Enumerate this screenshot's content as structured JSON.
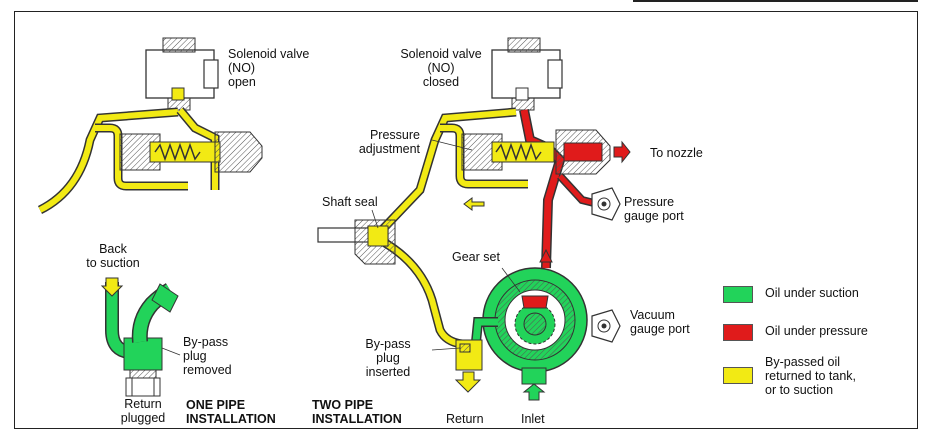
{
  "labels": {
    "solenoid_left": "Solenoid valve\n(NO)\nopen",
    "solenoid_right": "Solenoid valve\n(NO)\nclosed",
    "pressure_adjustment": "Pressure\nadjustment",
    "to_nozzle": "To nozzle",
    "pressure_gauge_port": "Pressure\ngauge port",
    "shaft_seal": "Shaft seal",
    "gear_set": "Gear set",
    "vacuum_gauge_port": "Vacuum\ngauge port",
    "back_to_suction": "Back\nto suction",
    "bypass_removed": "By-pass\nplug\nremoved",
    "return_plugged": "Return\nplugged",
    "one_pipe": "ONE PIPE\nINSTALLATION",
    "two_pipe": "TWO PIPE\nINSTALLATION",
    "bypass_inserted": "By-pass\nplug\ninserted",
    "return": "Return",
    "inlet": "Inlet"
  },
  "legend": [
    {
      "label": "Oil under suction",
      "color": "#22d35a"
    },
    {
      "label": "Oil under pressure",
      "color": "#e01b1b"
    },
    {
      "label": "By-passed oil\nreturned to tank,\nor to suction",
      "color": "#f2ea14"
    }
  ],
  "colors": {
    "suction": "#22d35a",
    "pressure": "#e01b1b",
    "bypass": "#f2ea14",
    "outline": "#333333"
  }
}
